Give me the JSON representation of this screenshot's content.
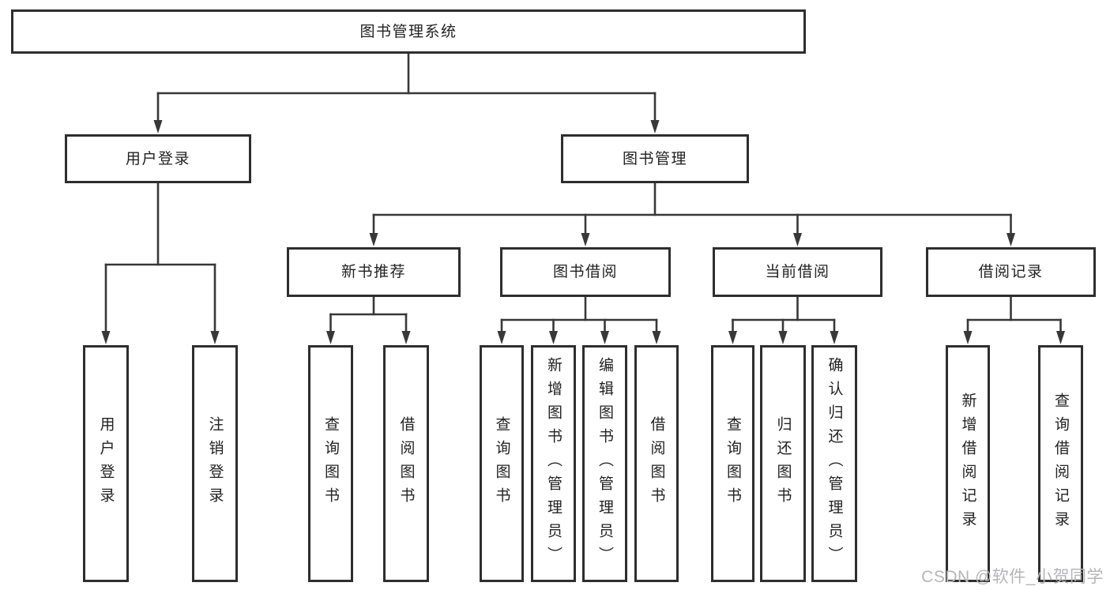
{
  "diagram": {
    "background_color": "#ffffff",
    "line_color": "#383838",
    "box_border_color": "#2e2e2e",
    "box_fill_color": "#ffffff",
    "text_color": "#222222",
    "nodes": [
      {
        "id": "root",
        "label": "图书管理系统",
        "orientation": "horizontal",
        "parent": null
      },
      {
        "id": "userLogin",
        "label": "用户登录",
        "orientation": "horizontal",
        "parent": "root"
      },
      {
        "id": "bookMgmt",
        "label": "图书管理",
        "orientation": "horizontal",
        "parent": "root"
      },
      {
        "id": "newBookRec",
        "label": "新书推荐",
        "orientation": "horizontal",
        "parent": "bookMgmt"
      },
      {
        "id": "bookBorrow",
        "label": "图书借阅",
        "orientation": "horizontal",
        "parent": "bookMgmt"
      },
      {
        "id": "currBorrow",
        "label": "当前借阅",
        "orientation": "horizontal",
        "parent": "bookMgmt"
      },
      {
        "id": "borrowRec",
        "label": "借阅记录",
        "orientation": "horizontal",
        "parent": "bookMgmt"
      },
      {
        "id": "a1",
        "label": "用户登录",
        "orientation": "vertical",
        "parent": "userLogin"
      },
      {
        "id": "a2",
        "label": "注销登录",
        "orientation": "vertical",
        "parent": "userLogin"
      },
      {
        "id": "b1",
        "label": "查询图书",
        "orientation": "vertical",
        "parent": "newBookRec"
      },
      {
        "id": "b2",
        "label": "借阅图书",
        "orientation": "vertical",
        "parent": "newBookRec"
      },
      {
        "id": "c1",
        "label": "查询图书",
        "orientation": "vertical",
        "parent": "bookBorrow"
      },
      {
        "id": "c2",
        "label": "新增图书（管理员）",
        "orientation": "vertical",
        "parent": "bookBorrow"
      },
      {
        "id": "c3",
        "label": "编辑图书（管理员）",
        "orientation": "vertical",
        "parent": "bookBorrow"
      },
      {
        "id": "c4",
        "label": "借阅图书",
        "orientation": "vertical",
        "parent": "bookBorrow"
      },
      {
        "id": "d1",
        "label": "查询图书",
        "orientation": "vertical",
        "parent": "currBorrow"
      },
      {
        "id": "d2",
        "label": "归还图书",
        "orientation": "vertical",
        "parent": "currBorrow"
      },
      {
        "id": "d3",
        "label": "确认归还（管理员）",
        "orientation": "vertical",
        "parent": "currBorrow"
      },
      {
        "id": "e1",
        "label": "新增借阅记录",
        "orientation": "vertical",
        "parent": "borrowRec"
      },
      {
        "id": "e2",
        "label": "查询借阅记录",
        "orientation": "vertical",
        "parent": "borrowRec"
      }
    ]
  },
  "watermark": {
    "text": "CSDN @软件_小贺同学",
    "color": "#b5b5b8"
  }
}
